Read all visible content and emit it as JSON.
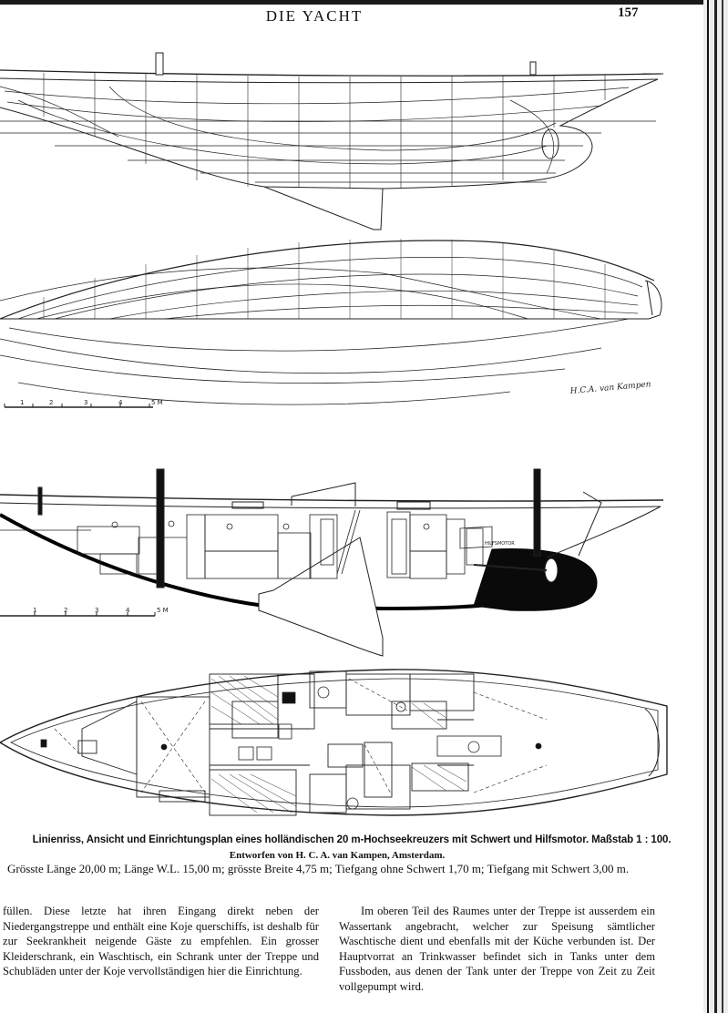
{
  "header": {
    "running_title": "DIE YACHT",
    "page_number": "157"
  },
  "drawings": {
    "signature": "H.C.A. van Kampen",
    "scale_bar_1": [
      "1",
      "2",
      "3",
      "4",
      "5 M"
    ],
    "scale_bar_2": [
      "1",
      "2",
      "3",
      "4",
      "5 M"
    ],
    "engine_label": "HILFSMOTOR"
  },
  "caption": {
    "title": "Linienriss, Ansicht und Einrichtungsplan eines holländischen 20 m-Hochseekreuzers mit Schwert und Hilfsmotor.  Maßstab 1 : 100.",
    "designer": "Entworfen von H. C. A. van Kampen, Amsterdam.",
    "dimensions": "Grösste Länge 20,00 m; Länge W.L. 15,00 m; grösste Breite 4,75 m; Tiefgang ohne Schwert 1,70 m; Tiefgang mit Schwert 3,00 m."
  },
  "body": {
    "left_column": "füllen.  Diese letzte hat ihren Eingang direkt neben der Niedergangstreppe und enthält eine Koje querschiffs, ist deshalb für zur Seekrankheit neigende Gäste zu empfehlen.  Ein grosser Kleiderschrank, ein Waschtisch, ein Schrank unter der Treppe und Schubläden unter der Koje vervollständigen hier die Einrichtung.",
    "right_column": "Im oberen Teil des Raumes unter der Treppe ist ausserdem ein Wassertank angebracht, welcher zur Speisung sämtlicher Waschtische dient und ebenfalls mit der Küche verbunden ist.  Der Hauptvorrat an Trinkwasser befindet sich in Tanks unter dem Fussboden, aus denen der Tank unter der Treppe von Zeit zu Zeit vollgepumpt wird."
  }
}
